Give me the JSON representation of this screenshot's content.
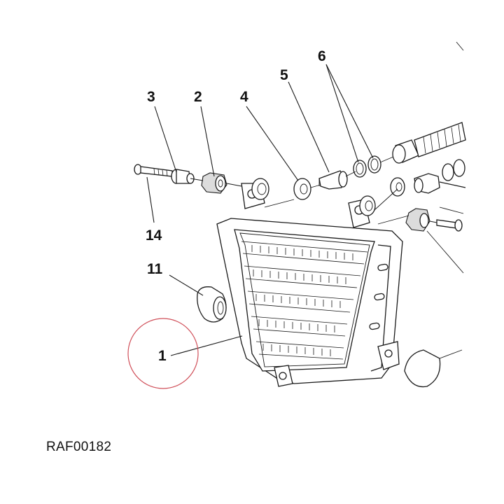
{
  "callouts": {
    "c1": "1",
    "c2": "2",
    "c3": "3",
    "c4": "4",
    "c5": "5",
    "c6": "6",
    "c11": "11",
    "c14": "14"
  },
  "reference_code": "RAF00182",
  "colors": {
    "line": "#1a1a1a",
    "highlight_circle": "#d0505a",
    "background": "#ffffff"
  }
}
